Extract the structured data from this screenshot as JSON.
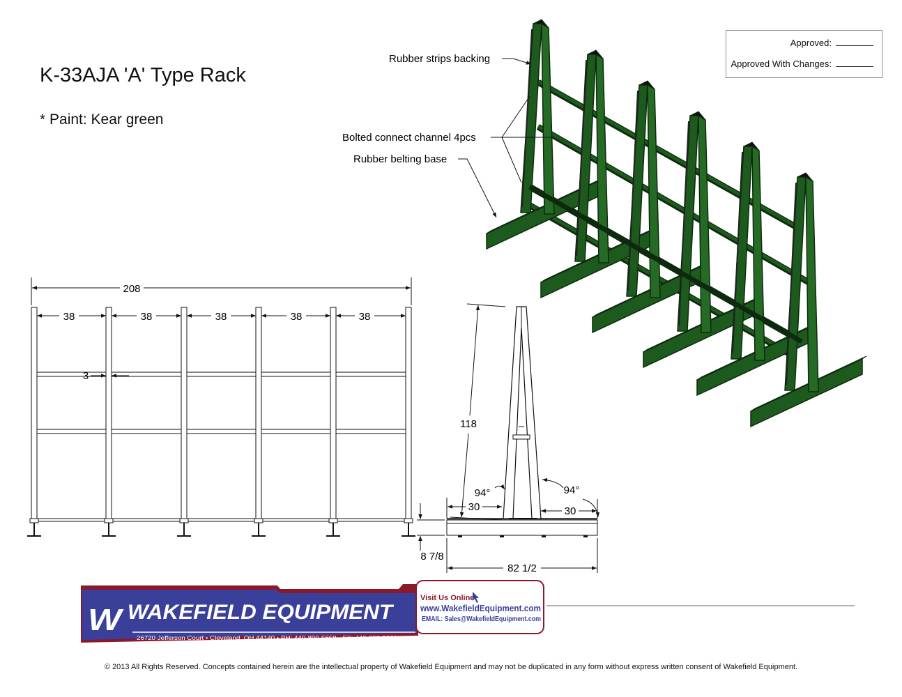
{
  "title": "K-33AJA 'A' Type Rack",
  "paint_note": "* Paint: Kear green",
  "approval": {
    "approved_label": "Approved:",
    "changes_label": "Approved With Changes:"
  },
  "callouts": {
    "rubber_strips": "Rubber strips backing",
    "bolted_channel": "Bolted connect channel 4pcs",
    "rubber_base": "Rubber belting base"
  },
  "front_view": {
    "overall_width": "208",
    "bay_widths": [
      "38",
      "38",
      "38",
      "38",
      "38"
    ],
    "post_gap": "3"
  },
  "side_view": {
    "height": "118",
    "angle_left": "94°",
    "angle_right": "94°",
    "offset_left": "30",
    "offset_right": "30",
    "base_depth": "82 1/2",
    "base_height": "8 7/8"
  },
  "logo": {
    "company": "WAKEFIELD EQUIPMENT",
    "address": "26720 Jefferson Court • Cleveland, OH 44140 • PH: 440-899-5658 • FX: 440-899-5661",
    "visit_label": "Visit Us Online:",
    "website": "www.WakefieldEquipment.com",
    "email": "EMAIL: Sales@WakefieldEquipment.com"
  },
  "colors": {
    "rack_green": "#1d5a1d",
    "rack_dark": "#0e2a0e",
    "logo_blue": "#3a3f9a",
    "logo_red": "#8a1a2a"
  },
  "copyright": "© 2013 All Rights Reserved. Concepts contained herein are the intellectual property of Wakefield Equipment and may not be duplicated in any form without express written consent of Wakefield Equipment."
}
